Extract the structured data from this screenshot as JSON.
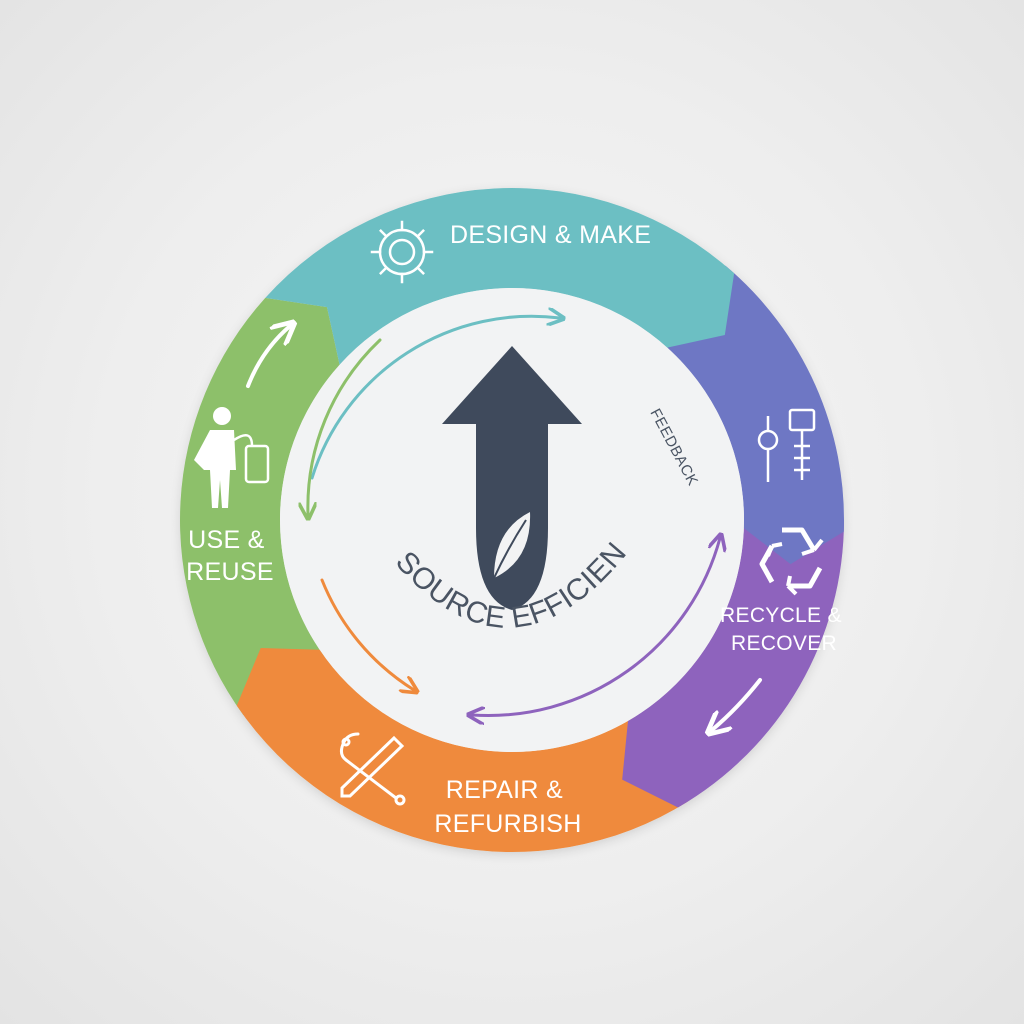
{
  "diagram": {
    "center": {
      "title": "RESOURCE EFFICIENCY",
      "feedback_label": "FEEDBACK"
    },
    "segments": [
      {
        "id": "design",
        "label_lines": [
          "DESIGN & MAKE"
        ],
        "color": "#6cbfc3",
        "icon": "gear-icon"
      },
      {
        "id": "monitor",
        "label_lines": [],
        "color": "#6e77c4",
        "icon": "monitor-icon"
      },
      {
        "id": "recycle",
        "label_lines": [
          "RECYCLE &",
          "RECOVER"
        ],
        "color": "#8e63bd",
        "icon": "recycle-icon"
      },
      {
        "id": "repair",
        "label_lines": [
          "REPAIR &",
          "REFURBISH"
        ],
        "color": "#ef8a3c",
        "icon": "wrench-screwdriver-icon"
      },
      {
        "id": "use",
        "label_lines": [
          "USE &",
          "REUSE"
        ],
        "color": "#8dc06a",
        "icon": "person-bag-icon"
      }
    ],
    "inner_arrow_colors": {
      "teal": "#6cbfc3",
      "green": "#8dc06a",
      "orange": "#ef8a3c",
      "purple": "#8e63bd"
    },
    "center_arrow_color": "#3f4a5c",
    "center_disc_color": "#f2f3f4"
  }
}
